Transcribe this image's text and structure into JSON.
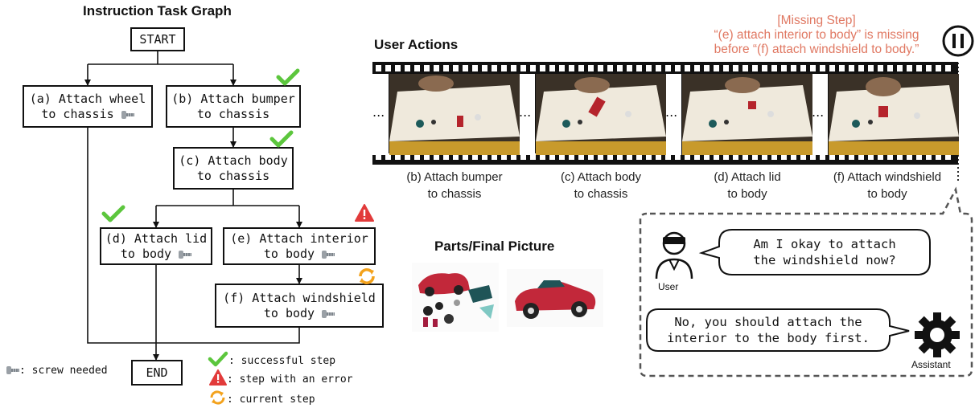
{
  "task_graph": {
    "title": "Instruction Task Graph",
    "start": "START",
    "end": "END",
    "nodes": {
      "a": {
        "line1": "(a) Attach wheel",
        "line2": "to chassis"
      },
      "b": {
        "line1": "(b) Attach bumper",
        "line2": "to chassis"
      },
      "c": {
        "line1": "(c) Attach body",
        "line2": "to chassis"
      },
      "d": {
        "line1": "(d) Attach lid",
        "line2": "to body"
      },
      "e": {
        "line1": "(e) Attach interior",
        "line2": "to body"
      },
      "f": {
        "line1": "(f) Attach windshield",
        "line2": "to body"
      }
    },
    "status": {
      "b": "success",
      "c": "success",
      "d": "success",
      "e": "error",
      "f": "current"
    }
  },
  "legend": {
    "screw": ": screw needed",
    "success": ": successful step",
    "error": ": step with an error",
    "current": ": current step"
  },
  "user_actions": {
    "title": "User Actions",
    "ellipsis": "...",
    "captions": [
      {
        "line1": "(b) Attach bumper",
        "line2": "to chassis"
      },
      {
        "line1": "(c) Attach body",
        "line2": "to chassis"
      },
      {
        "line1": "(d) Attach lid",
        "line2": "to body"
      },
      {
        "line1": "(f) Attach windshield",
        "line2": "to body"
      }
    ]
  },
  "missing_step": {
    "heading": "[Missing Step]",
    "line1": "“(e) attach interior to body” is missing",
    "line2": "before “(f) attach windshield to body.”"
  },
  "parts": {
    "title": "Parts/Final Picture"
  },
  "dialog": {
    "user_label": "User",
    "assistant_label": "Assistant",
    "user_line1": "Am I okay to attach",
    "user_line2": "the windshield now?",
    "assistant_line1": "No, you should attach the",
    "assistant_line2": "interior to the body first."
  },
  "colors": {
    "success": "#5cc63d",
    "error": "#e23b3b",
    "current": "#f3a21c",
    "missing": "#e07862"
  },
  "icons": [
    "screw-icon",
    "check-icon",
    "warning-icon",
    "cycle-icon",
    "pause-icon",
    "user-icon",
    "gear-icon"
  ]
}
